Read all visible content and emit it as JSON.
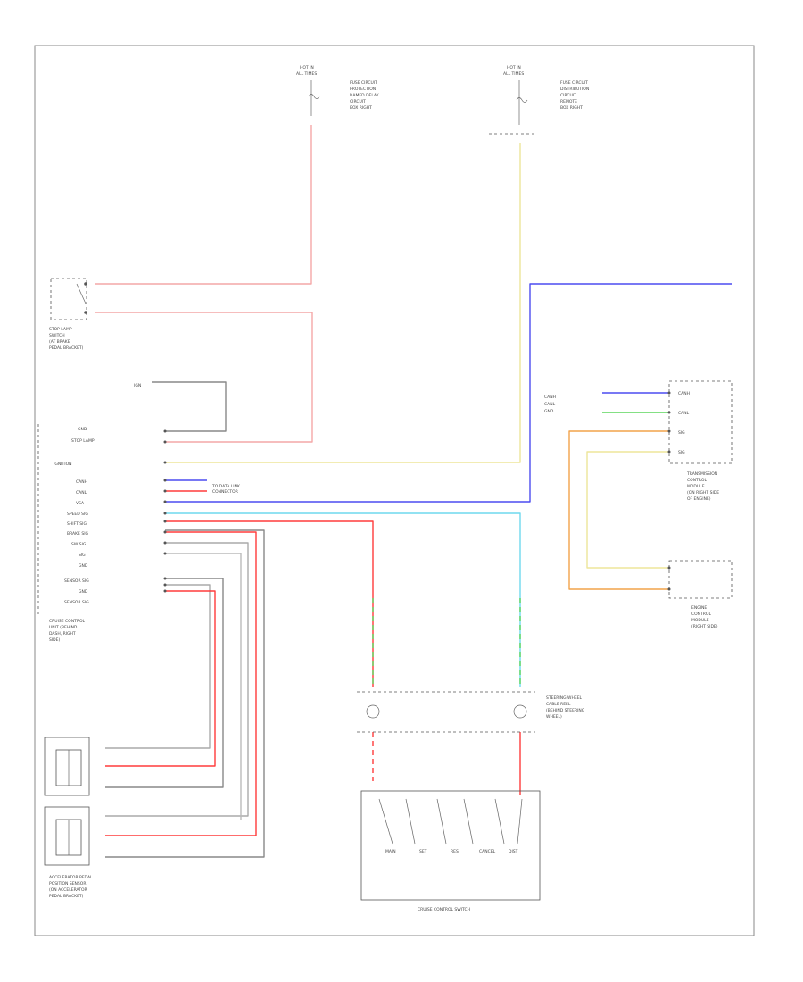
{
  "diagram": {
    "page_marker": "",
    "hot_feed_left": [
      "HOT IN",
      "ALL TIMES"
    ],
    "hot_feed_right": [
      "HOT IN",
      "ALL TIMES"
    ],
    "fuse_left_desc": [
      "FUSE CIRCUIT",
      "PROTECTION",
      "NAMED DELAY",
      "CIRCUIT",
      "BOX RIGHT"
    ],
    "fuse_right_desc": [
      "FUSE CIRCUIT",
      "DISTRIBUTION",
      "CIRCUIT",
      "REMOTE",
      "BOX RIGHT"
    ],
    "stop_lamp_switch": [
      "STOP LAMP",
      "SWITCH",
      "(AT BRAKE",
      "PEDAL BRACKET)"
    ],
    "ecu_pin_labels": [
      "IGN",
      "GND",
      "STOP LAMP",
      "IGNITION",
      "CANH",
      "CANL",
      "VSA",
      "SPEED SIG",
      "SHIFT SIG",
      "BRAKE SIG",
      "SW SIG",
      "SIG",
      "GND"
    ],
    "ecu_sub_pin_labels": [
      "SENSOR SIG",
      "GND",
      "SENSOR SIG"
    ],
    "ecu_name": [
      "CRUISE CONTROL",
      "UNIT (BEHIND",
      "DASH, RIGHT",
      "SIDE)"
    ],
    "ecu_connector_note": [
      "TO DATA LINK",
      "CONNECTOR"
    ],
    "sensor_a": "",
    "sensor_b": "",
    "sensor_group_name": [
      "ACCELERATOR PEDAL",
      "POSITION SENSOR",
      "(ON ACCELERATOR",
      "PEDAL BRACKET)"
    ],
    "tcm_inputs": [
      "CANH",
      "CANL",
      "GND"
    ],
    "tcm_pins": [
      "CANH",
      "CANL",
      "SIG",
      "SIG"
    ],
    "tcm_name": [
      "TRANSMISSION",
      "CONTROL",
      "MODULE",
      "(ON RIGHT SIDE",
      "OF ENGINE)"
    ],
    "ecm_name": [
      "ENGINE",
      "CONTROL",
      "MODULE",
      "(RIGHT SIDE)"
    ],
    "clockspring_name": [
      "STEERING WHEEL",
      "CABLE REEL",
      "(BEHIND STEERING",
      "WHEEL)"
    ],
    "switch_labels": [
      "MAIN",
      "SET",
      "RES",
      "CANCEL",
      "DIST"
    ],
    "switch_assembly_name": "CRUISE CONTROL SWITCH",
    "colors": {
      "red": "#ff3b3b",
      "pink": "#f4a7a7",
      "yellow": "#ede59a",
      "blue": "#4c4cf0",
      "light_blue": "#6fd8ee",
      "green": "#5cd65c",
      "orange": "#f2a34a",
      "frame": "#888888",
      "wire_label": "#555555"
    }
  }
}
